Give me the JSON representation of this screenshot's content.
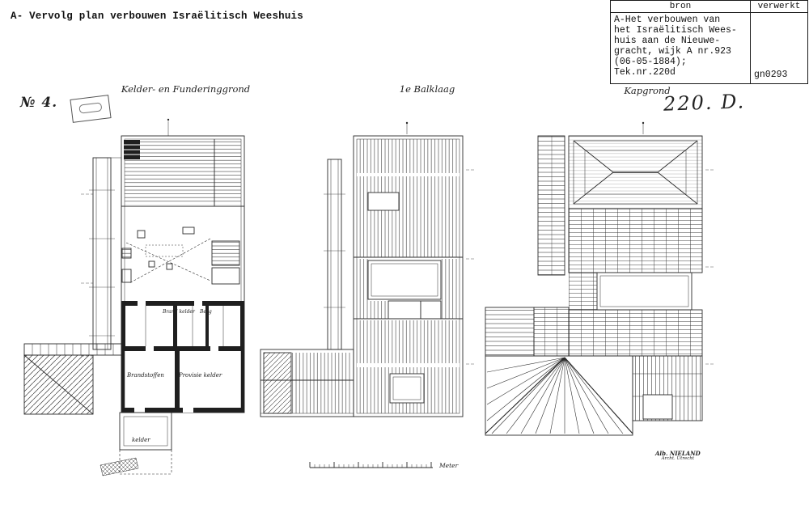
{
  "page": {
    "annotation": "A- Vervolg plan verbouwen Israëlitisch Weeshuis"
  },
  "index_table": {
    "header_bron": "bron",
    "header_verwerkt": "verwerkt",
    "bron_lines": [
      "A-Het verbouwen van",
      "het Israëlitisch Wees-",
      "huis aan de Nieuwe-",
      "gracht, wijk A nr.923",
      "(06-05-1884);",
      "Tek.nr.220d"
    ],
    "verwerkt_value": "gn0293"
  },
  "plans": {
    "left": {
      "number": "№ 4.",
      "title": "Kelder- en Funderinggrond",
      "room_brand_kelder": "Brand kelder",
      "room_berg": "Berg",
      "room_brandstoffen": "Brandstoffen",
      "room_provisie": "Provisie kelder",
      "room_kelder": "kelder"
    },
    "middle": {
      "title": "1e Balklaag"
    },
    "right": {
      "title": "Kapgrond",
      "sheet_number": "220. D."
    }
  },
  "scale_bar": {
    "label": "Meter"
  },
  "signature": {
    "line1": "Alb. NIELAND",
    "line2": "Archt. Utrecht"
  }
}
